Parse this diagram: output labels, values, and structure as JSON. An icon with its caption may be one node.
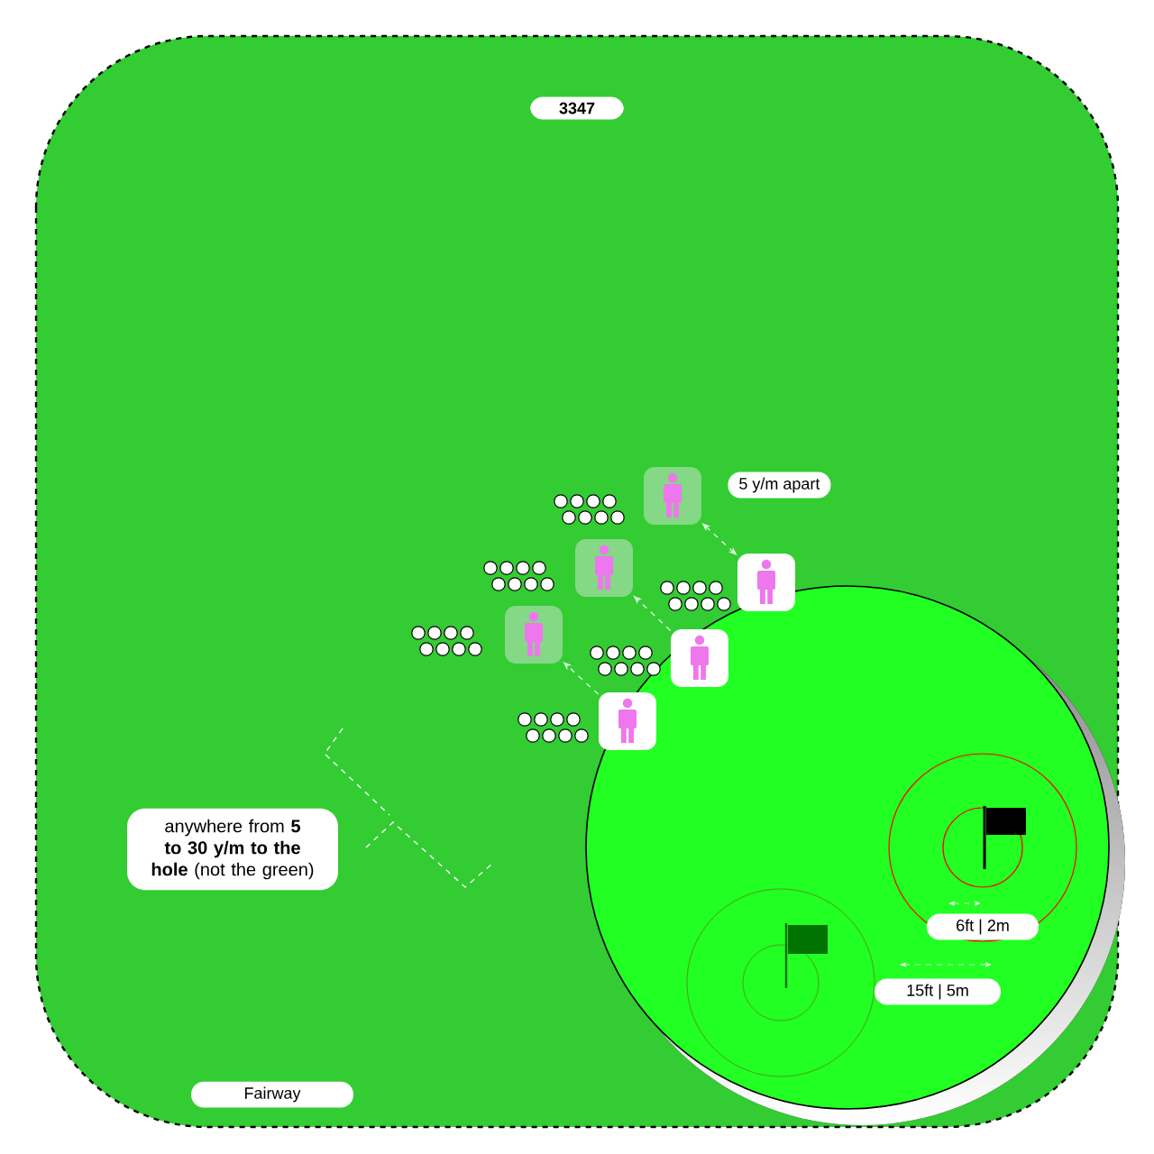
{
  "diagram": {
    "nodes": [
      {
        "text": [],
        "shape": "person"
      },
      {
        "text": [],
        "shape": "person"
      },
      {
        "text": [],
        "shape": "person"
      },
      {
        "text": [],
        "shape": "person"
      },
      {
        "text": [],
        "shape": "person"
      },
      {
        "text": [],
        "shape": "person"
      },
      {
        "text": [
          "anywhere from **5 to 30 y/m to the hole** (not the green)"
        ]
      }
    ],
    "edges": [
      {
        "from": 5,
        "to": 3,
        "arrow": "to",
        "style": "dashed"
      },
      {
        "from": 4,
        "to": 1,
        "arrow": "to",
        "style": "dashed"
      },
      {
        "from": 0,
        "to": 2,
        "arrow": "both",
        "style": "dashed",
        "label": "5 y/m apart"
      }
    ],
    "labels": [
      "3347",
      "6ft | 2m",
      "15ft | 5m",
      "Fairway"
    ]
  }
}
